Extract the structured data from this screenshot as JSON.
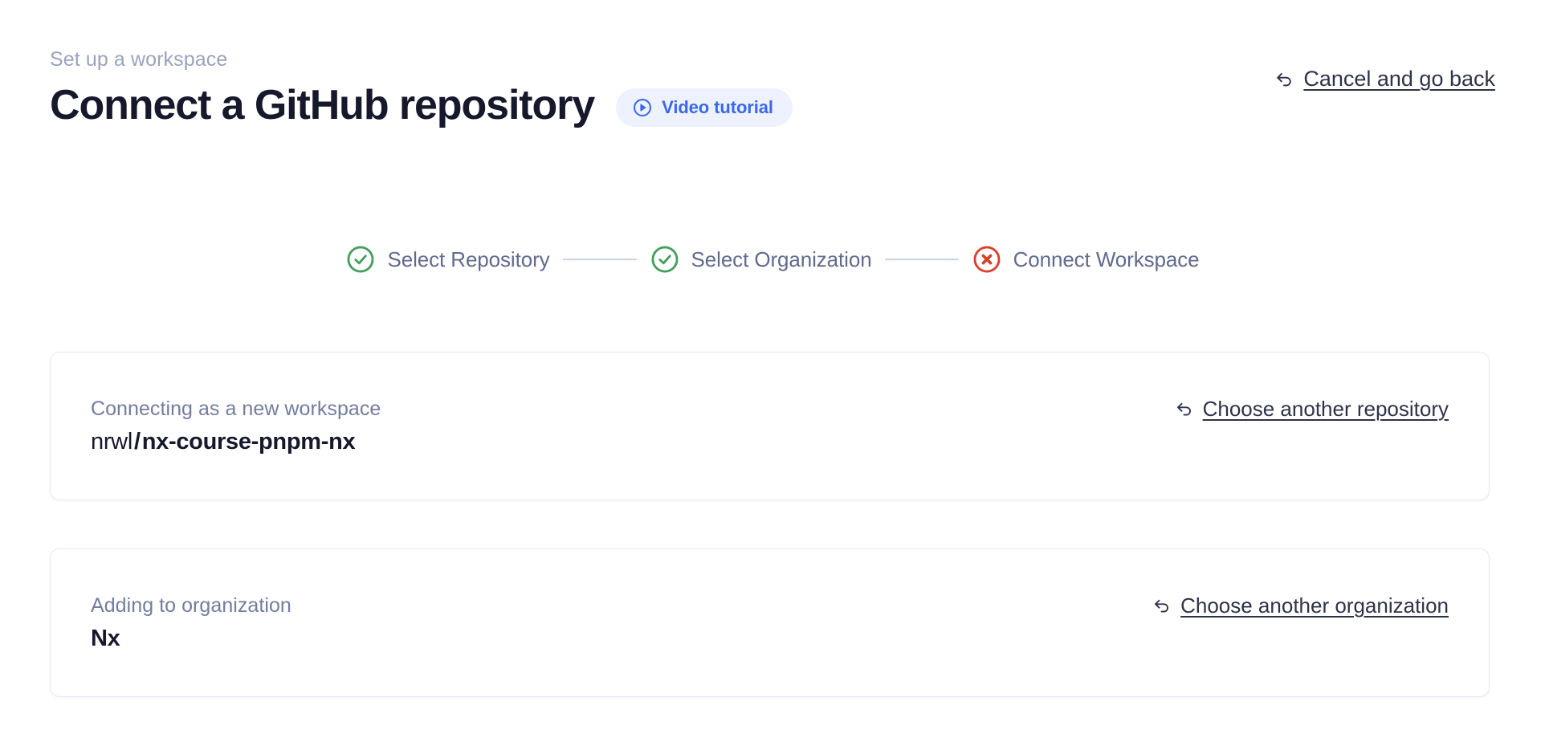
{
  "header": {
    "eyebrow": "Set up a workspace",
    "title": "Connect a GitHub repository",
    "video_badge": {
      "label": "Video tutorial",
      "icon": "play-circle-icon",
      "bg_color": "#edf2fe",
      "text_color": "#3b68e8"
    },
    "cancel_link": {
      "label": "Cancel and go back",
      "icon": "arrow-uturn-left-icon",
      "color": "#2f3348"
    }
  },
  "stepper": {
    "steps": [
      {
        "label": "Select Repository",
        "state": "complete",
        "icon": "check-circle-icon",
        "color": "#449e5d"
      },
      {
        "label": "Select Organization",
        "state": "complete",
        "icon": "check-circle-icon",
        "color": "#449e5d"
      },
      {
        "label": "Connect Workspace",
        "state": "error",
        "icon": "x-circle-icon",
        "color": "#d9402b"
      }
    ],
    "connector_color": "#ccd2e4",
    "label_color": "#616a8e"
  },
  "cards": [
    {
      "caption": "Connecting as a new workspace",
      "value_owner": "nrwl",
      "value_separator": "/",
      "value_name": "nx-course-pnpm-nx",
      "action": {
        "label": "Choose another repository",
        "icon": "arrow-uturn-left-icon"
      }
    },
    {
      "caption": "Adding to organization",
      "value_name": "Nx",
      "action": {
        "label": "Choose another organization",
        "icon": "arrow-uturn-left-icon"
      }
    }
  ],
  "colors": {
    "background": "#ffffff",
    "title": "#16182b",
    "eyebrow": "#9aa3bd",
    "card_border": "#e7e9f2",
    "caption": "#737d9e",
    "success": "#449e5d",
    "error": "#d9402b",
    "accent": "#3b68e8"
  }
}
